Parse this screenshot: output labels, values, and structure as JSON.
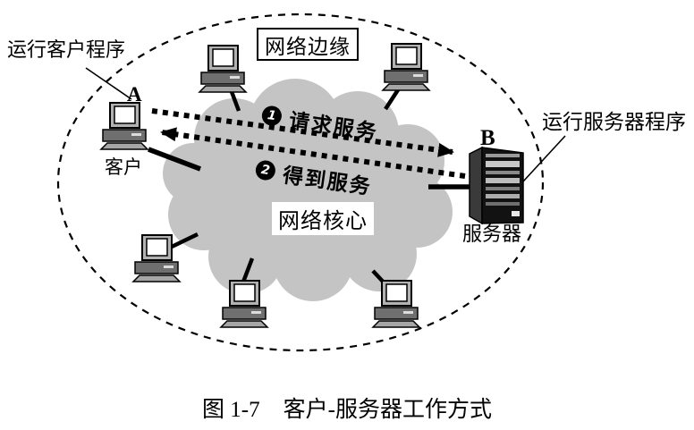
{
  "figure": {
    "caption_prefix": "图 1-7",
    "caption_title": "客户-服务器工作方式"
  },
  "regions": {
    "network_edge": "网络边缘",
    "network_core": "网络核心"
  },
  "annotations": {
    "client_program": "运行客户程序",
    "server_program": "运行服务器程序"
  },
  "nodes": {
    "client": {
      "id": "A",
      "label": "客户",
      "icon": "desktop-computer-icon"
    },
    "server": {
      "id": "B",
      "label": "服务器",
      "icon": "server-tower-icon"
    },
    "workstation_count": 5,
    "workstation_icon": "desktop-computer-icon"
  },
  "messages": [
    {
      "step": "1",
      "label": "请求服务",
      "direction": "A→B"
    },
    {
      "step": "2",
      "label": "得到服务",
      "direction": "B→A"
    }
  ],
  "shapes": {
    "boundary": "dashed-ellipse",
    "core": "cloud-shape"
  },
  "colors": {
    "cloud_fill": "#c4c4c4",
    "ink": "#000000",
    "background": "#ffffff"
  }
}
